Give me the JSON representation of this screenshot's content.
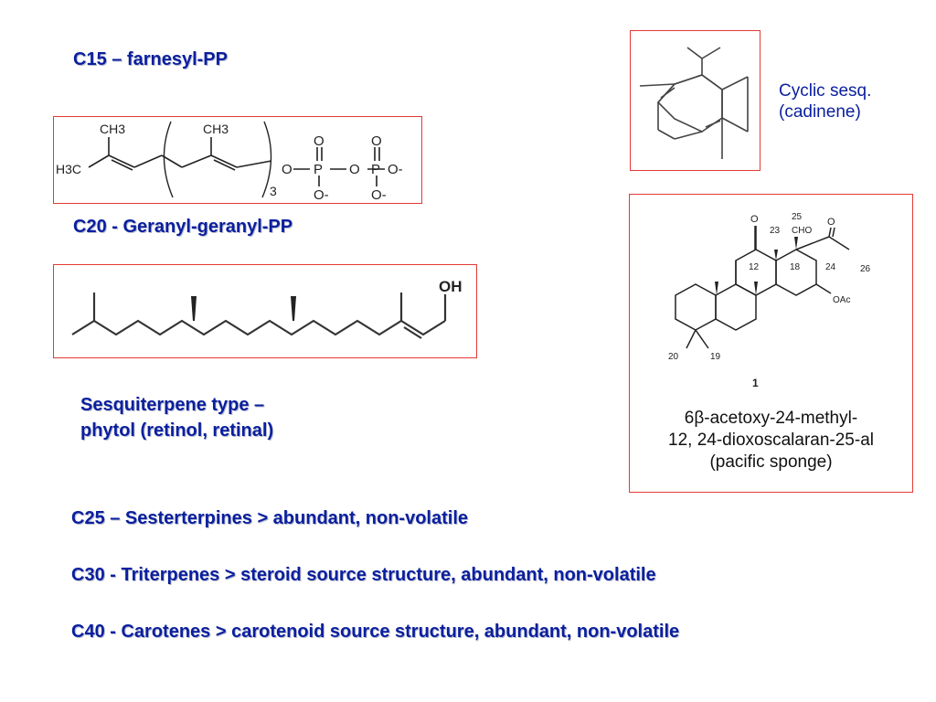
{
  "headings": {
    "c15": "C15 – farnesyl-PP",
    "c20": "C20 - Geranyl-geranyl-PP",
    "phytol_line1": "Sesquiterpene type –",
    "phytol_line2": "phytol (retinol, retinal)",
    "c25": "C25 – Sesterterpines > abundant, non-volatile",
    "c30": "C30 - Triterpenes > steroid source structure, abundant, non-volatile",
    "c40": "C40 - Carotenes > carotenoid source structure, abundant, non-volatile"
  },
  "cadinene": {
    "line1": "Cyclic sesq.",
    "line2": "(cadinene)"
  },
  "farnesyl_structure": {
    "ch3_left": "CH3",
    "h3c": "H3C",
    "ch3_repeat": "CH3",
    "repeat_count": "3",
    "o": "O",
    "p": "P",
    "o_minus": "O-"
  },
  "phytol_structure": {
    "oh": "OH"
  },
  "scalarane": {
    "labels": {
      "o_ketone": "O",
      "n12": "12",
      "n23": "23",
      "n25": "25",
      "cho": "CHO",
      "n18": "18",
      "o_acetyl": "O",
      "n24": "24",
      "n26": "26",
      "oac": "OAc",
      "n20": "20",
      "n19": "19",
      "compound_number": "1"
    },
    "caption_line1": "6β-acetoxy-24-methyl-",
    "caption_line2": "12, 24-dioxoscalaran-25-al",
    "caption_line3": "(pacific sponge)"
  }
}
